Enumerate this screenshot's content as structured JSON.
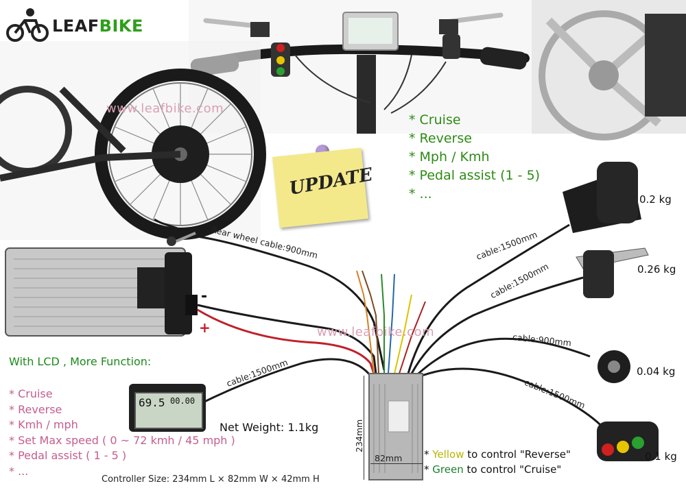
{
  "logo": {
    "leaf": "LEAF",
    "bike": "BIKE"
  },
  "sticky_note": "UPDATE",
  "top_features": [
    "* Cruise",
    "* Reverse",
    "* Mph / Kmh",
    "* Pedal assist (1 - 5)",
    "* ..."
  ],
  "lcd_section": {
    "title": "With LCD , More Function:",
    "features": [
      "* Cruise",
      "* Reverse",
      "* Kmh / mph",
      "* Set Max speed ( 0 ~ 72 kmh / 45 mph )",
      "* Pedal assist ( 1 - 5 )",
      "* ..."
    ]
  },
  "lcd_screen": {
    "speed": "69.5",
    "odo": "00.00"
  },
  "cables": {
    "rear_wheel": "Rear wheel cable:900mm",
    "throttle": "cable:1500mm",
    "brake": "cable:1500mm",
    "pas": "cable:900mm",
    "switch": "cable:1500mm",
    "lcd": "cable:1500mm"
  },
  "weights": {
    "throttle": "0.2 kg",
    "brake": "0.26 kg",
    "pas": "0.04 kg",
    "switch": "0.1 kg"
  },
  "battery": {
    "minus": "-",
    "plus": "+"
  },
  "watermarks": [
    "www.leafbike.com",
    "www.leafbike.com"
  ],
  "net_weight": "Net Weight: 1.1kg",
  "controller_dims": {
    "height": "234mm",
    "width": "82mm"
  },
  "controller_size": "Controller Size: 234mm L × 82mm W × 42mm H",
  "controls_note": {
    "line1": {
      "prefix": "* ",
      "color_word": "Yellow",
      "rest": " to control \"Reverse\""
    },
    "line2": {
      "prefix": "* ",
      "color_word": "Green",
      "rest": " to control \"Cruise\""
    }
  },
  "colors": {
    "brand_green": "#2e9e1a",
    "feature_green": "#2d8a14",
    "pink": "#c45d8f",
    "wire_red": "#c0202a",
    "wire_black": "#1a1a1a"
  }
}
